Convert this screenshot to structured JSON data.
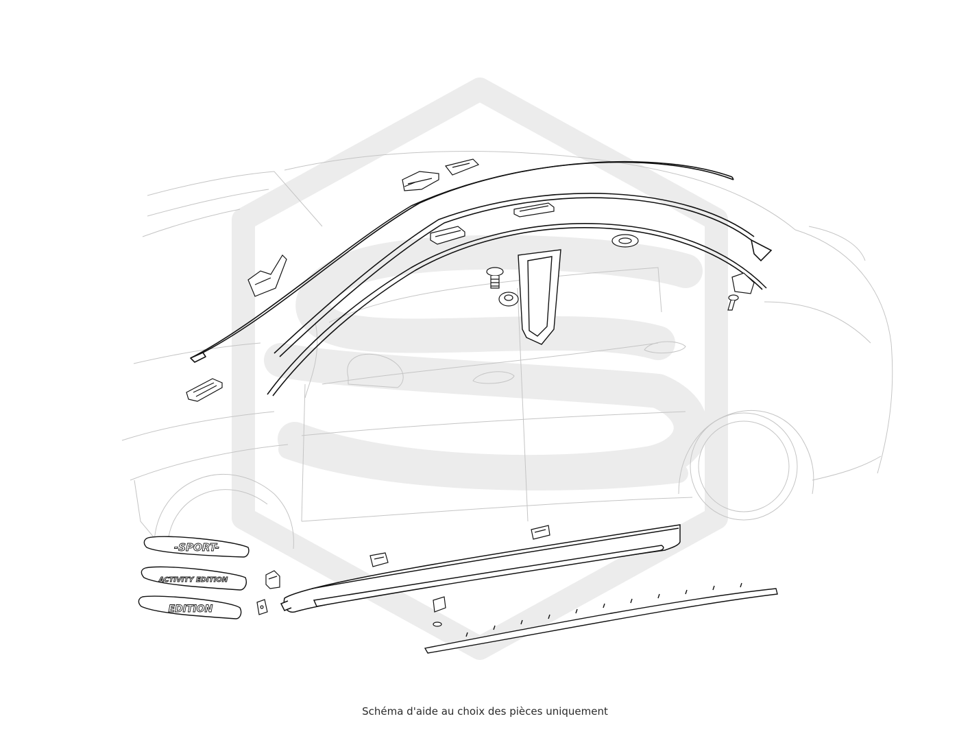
{
  "caption": "Schéma d'aide au choix des pièces uniquement",
  "badges": {
    "sport": "-SPORT-",
    "activity": "ACTIVITY EDITION",
    "edition": "EDITION"
  },
  "watermark": {
    "color": "#ececec"
  },
  "colors": {
    "line": "#111111",
    "ghost_line": "#c4c4c4"
  }
}
